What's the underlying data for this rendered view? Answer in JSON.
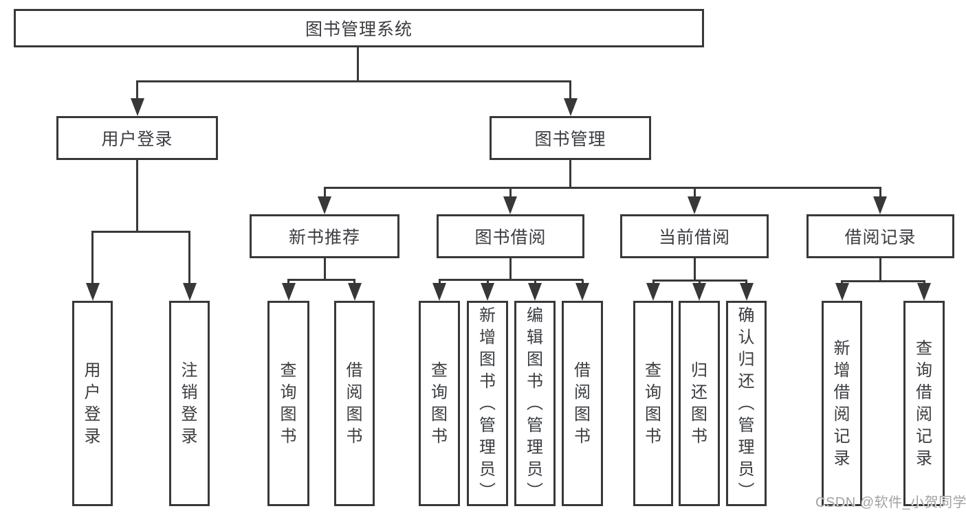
{
  "colors": {
    "line": "#383838",
    "text": "#3a3c40",
    "background": "#ffffff",
    "watermark": "#a2a2a2"
  },
  "nodes": {
    "root": "图书管理系统",
    "user_login": "用户登录",
    "book_mgmt": "图书管理",
    "new_book_rec": "新书推荐",
    "book_borrow": "图书借阅",
    "current_borrow": "当前借阅",
    "borrow_records": "借阅记录",
    "leaf_user_login": "用户登录",
    "leaf_logout": "注销登录",
    "leaf_nb_query": "查询图书",
    "leaf_nb_borrow": "借阅图书",
    "leaf_bb_query": "查询图书",
    "leaf_bb_add": "新增图书（管理员）",
    "leaf_bb_edit": "编辑图书（管理员）",
    "leaf_bb_borrow": "借阅图书",
    "leaf_cb_query": "查询图书",
    "leaf_cb_return": "归还图书",
    "leaf_cb_confirm": "确认归还（管理员）",
    "leaf_br_add": "新增借阅记录",
    "leaf_br_query": "查询借阅记录"
  },
  "hierarchy": {
    "图书管理系统": {
      "用户登录": [
        "用户登录",
        "注销登录"
      ],
      "图书管理": {
        "新书推荐": [
          "查询图书",
          "借阅图书"
        ],
        "图书借阅": [
          "查询图书",
          "新增图书（管理员）",
          "编辑图书（管理员）",
          "借阅图书"
        ],
        "当前借阅": [
          "查询图书",
          "归还图书",
          "确认归还（管理员）"
        ],
        "借阅记录": [
          "新增借阅记录",
          "查询借阅记录"
        ]
      }
    }
  },
  "watermark": {
    "text": "CSDN @软件_小贺同学"
  }
}
